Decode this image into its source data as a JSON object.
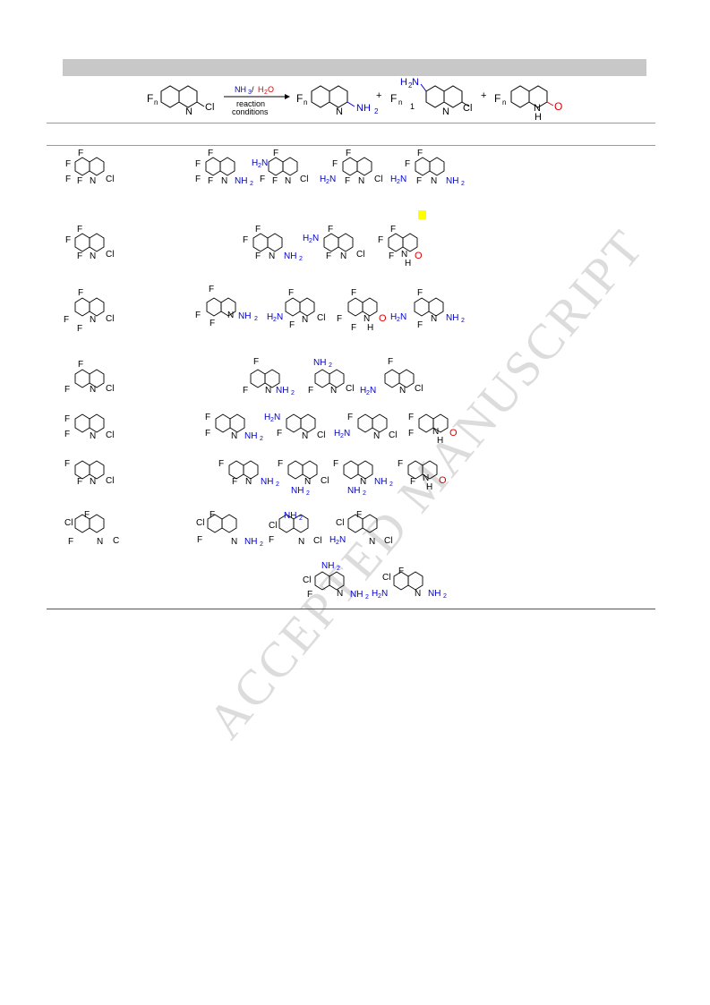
{
  "watermark": "ACCEPTED MANUSCRIPT",
  "scheme": {
    "reactant": {
      "fn": "F",
      "n": "n",
      "n_atom": "N",
      "cl": "Cl"
    },
    "arrow_above_a": "NH",
    "arrow_above_b": "3",
    "arrow_above_sep": "/ ",
    "arrow_above_c": "H",
    "arrow_above_d": "2",
    "arrow_above_e": "O",
    "arrow_below_1": "reaction",
    "arrow_below_2": "conditions",
    "plus": "+",
    "product1": {
      "fn": "F",
      "n": "n",
      "n_atom": "N",
      "nh2": "NH",
      "sub2": "2"
    },
    "product2": {
      "h2n": "H",
      "sub2": "2",
      "n_label": "N",
      "fn": "F",
      "n": "n",
      "one": "1",
      "n_atom": "N",
      "cl": "Cl"
    },
    "product3": {
      "fn": "F",
      "n": "n",
      "nh": "N",
      "h": "H",
      "o": "O"
    }
  },
  "colors": {
    "amine": "#0000cc",
    "oxygen": "#dd0000",
    "header_bar": "#c8c8c8",
    "highlight": "#ffff00"
  },
  "labels": {
    "f": "F",
    "cl": "Cl",
    "n": "N",
    "h": "H",
    "o": "O",
    "nh": "NH",
    "h2n": "H",
    "sub2": "2",
    "nh2": "NH",
    "c": "C"
  }
}
